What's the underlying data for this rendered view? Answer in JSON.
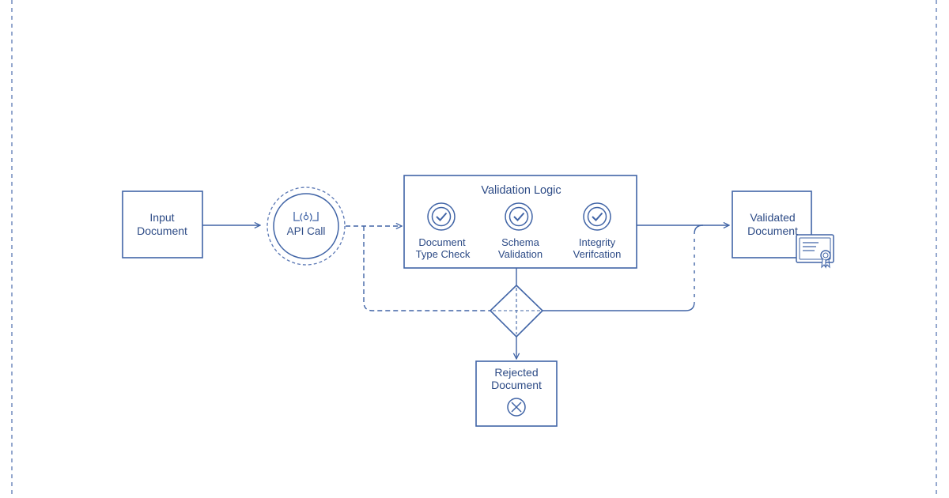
{
  "colors": {
    "stroke": "#4064a6",
    "text": "#2d4b86",
    "border_dash": "#5b78b4",
    "background": "#ffffff"
  },
  "nodes": {
    "input": {
      "line1": "Input",
      "line2": "Document"
    },
    "api": {
      "label": "API Call",
      "icon": "broadcast-icon"
    },
    "validation": {
      "title": "Validation Logic",
      "checks": [
        {
          "line1": "Document",
          "line2": "Type Check",
          "icon": "check-circle-icon"
        },
        {
          "line1": "Schema",
          "line2": "Validation",
          "icon": "check-circle-icon"
        },
        {
          "line1": "Integrity",
          "line2": "Verifcation",
          "icon": "check-circle-icon"
        }
      ]
    },
    "validated": {
      "line1": "Validated",
      "line2": "Document",
      "icon": "certificate-icon"
    },
    "decision": {
      "icon": "decision-diamond"
    },
    "rejected": {
      "line1": "Rejected",
      "line2": "Document",
      "icon": "x-circle-icon"
    }
  }
}
